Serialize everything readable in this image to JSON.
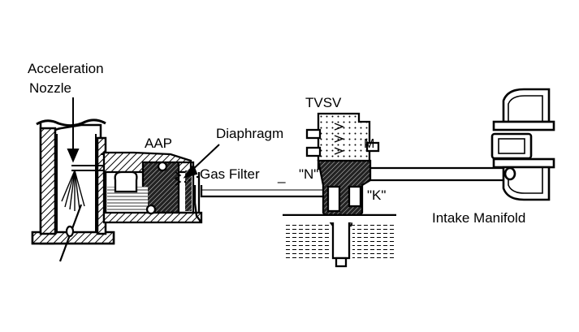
{
  "diagram": {
    "labels": {
      "acceleration_nozzle_line1": "Acceleration",
      "acceleration_nozzle_line2": "Nozzle",
      "aap": "AAP",
      "diaphragm": "Diaphragm",
      "gas_filter": "Gas Filter",
      "n_port": "\"N\"",
      "k_port": "\"K\"",
      "tvsv": "TVSV",
      "m_marker": "M",
      "intake_manifold": "Intake Manifold"
    },
    "colors": {
      "ink": "#000000",
      "paper": "#ffffff",
      "fuel": "#8a8a8a"
    }
  }
}
